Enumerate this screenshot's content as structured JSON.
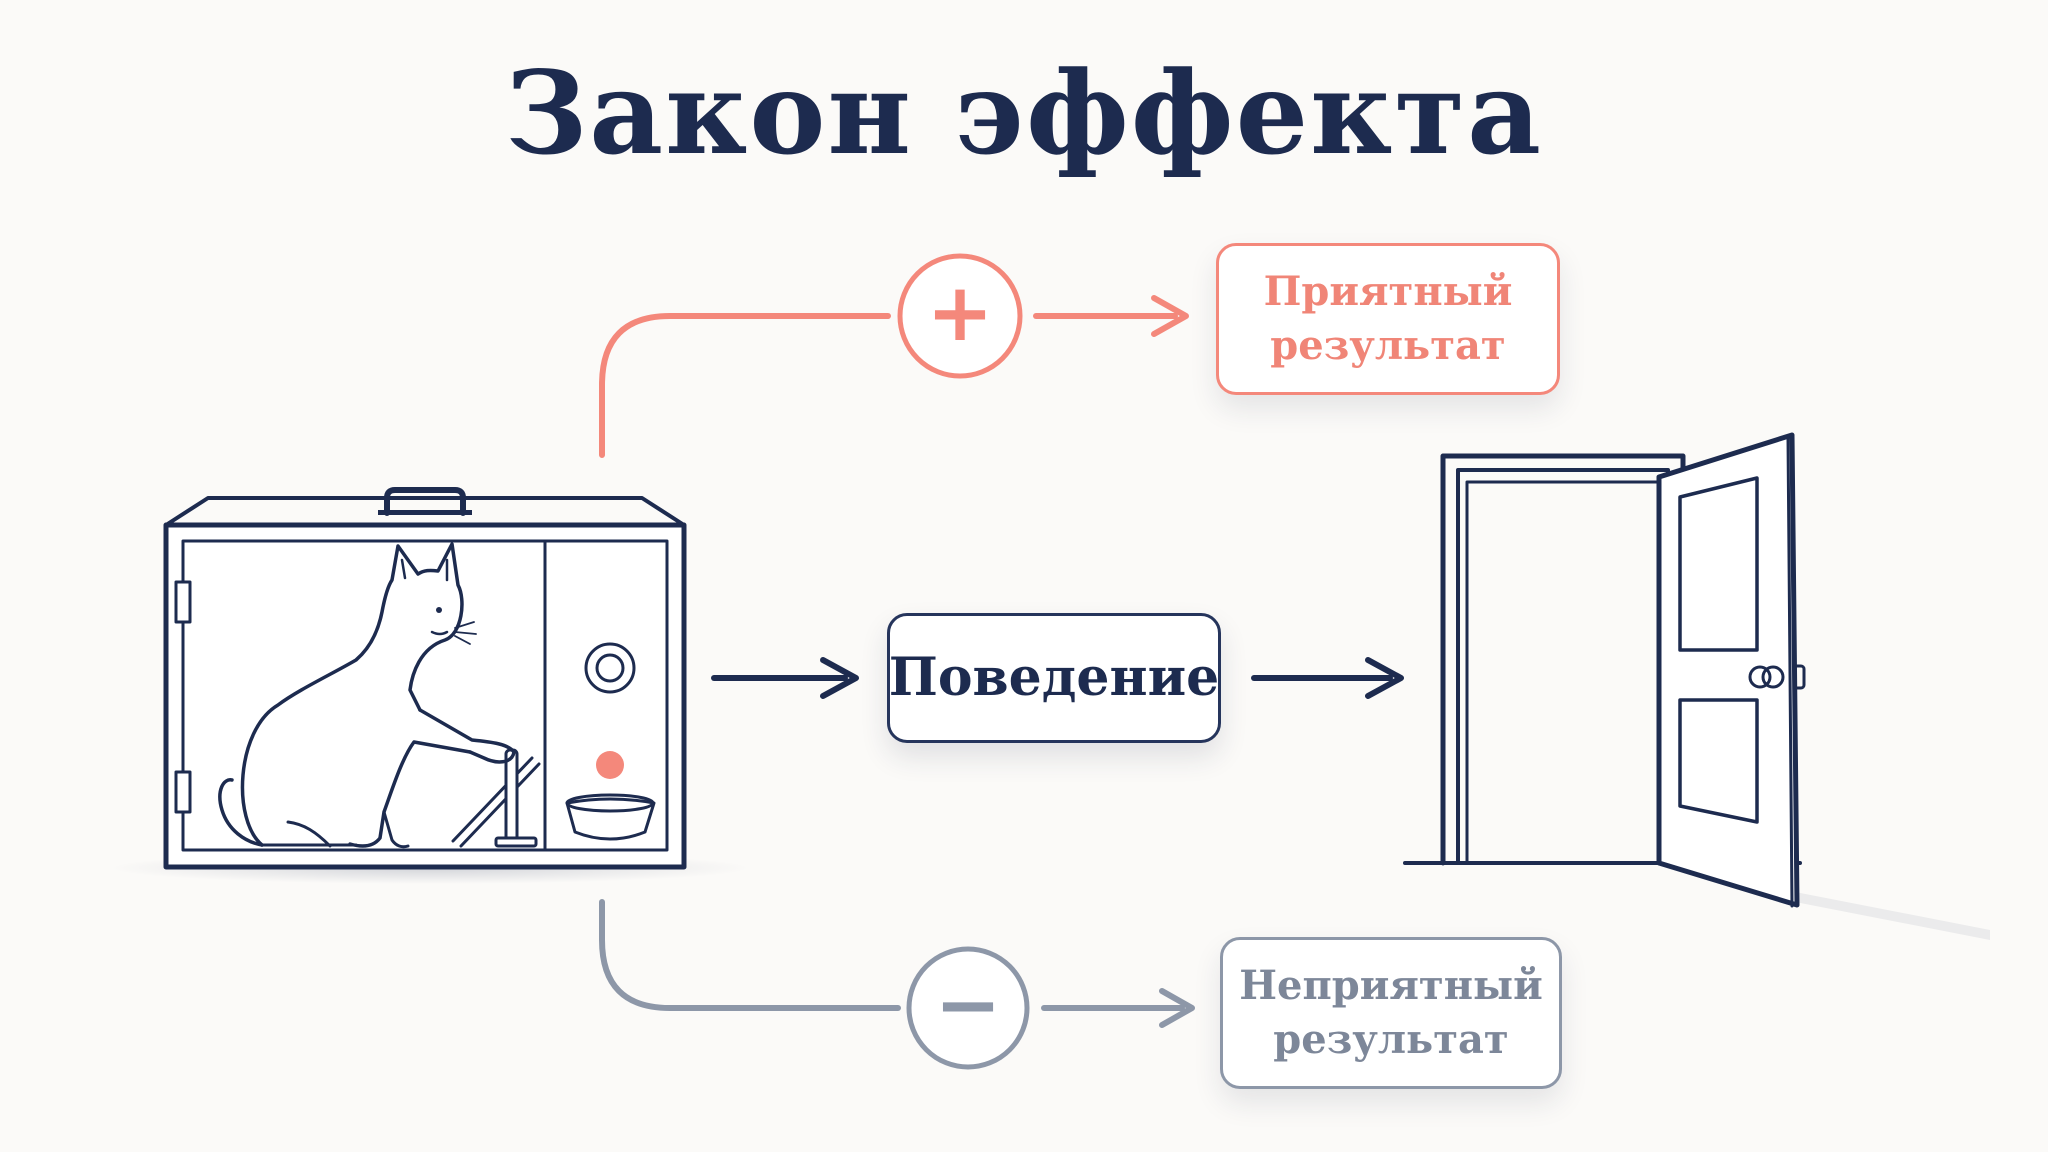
{
  "title": "Закон эффекта",
  "behavior": {
    "label": "Поведение"
  },
  "positive_outcome": {
    "symbol": "+",
    "line1": "Приятный",
    "line2": "результат"
  },
  "negative_outcome": {
    "symbol": "−",
    "line1": "Неприятный",
    "line2": "результат"
  },
  "colors": {
    "navy": "#1d2b4f",
    "coral": "#f4887b",
    "slate": "#8d97a8",
    "background": "#fbfaf8"
  },
  "icons": {
    "puzzle_box": "cat-puzzle-box-icon",
    "door": "open-door-icon"
  }
}
